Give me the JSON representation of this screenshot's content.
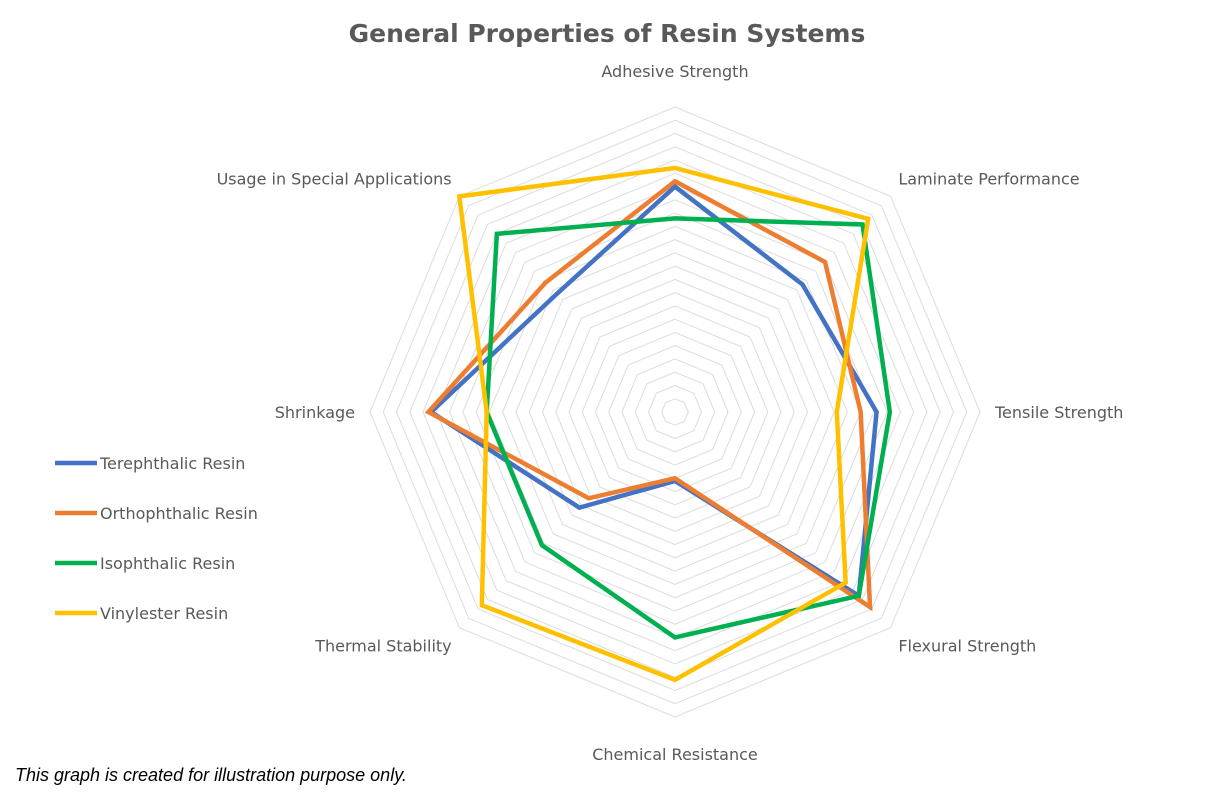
{
  "chart_data": {
    "type": "radar",
    "title": "General Properties of Resin Systems",
    "axes": [
      "Adhesive Strength",
      "Laminate Performance",
      "Tensile Strength",
      "Flexural Strength",
      "Chemical Resistance",
      "Thermal Stability",
      "Shrinkage",
      "Usage in Special Applications"
    ],
    "range": [
      0,
      10
    ],
    "grid": true,
    "legend_position": "left",
    "series": [
      {
        "name": "Terephthalic Resin",
        "color": "#4472C4",
        "values": [
          8.5,
          6.8,
          7.6,
          9.8,
          2.6,
          5.1,
          9.2,
          6.3
        ]
      },
      {
        "name": "Orthophthalic Resin",
        "color": "#ED7D31",
        "values": [
          8.7,
          8.0,
          7.0,
          10.4,
          2.5,
          4.6,
          9.3,
          6.9
        ]
      },
      {
        "name": "Isophthalic Resin",
        "color": "#00B050",
        "values": [
          7.3,
          10.0,
          8.1,
          9.8,
          8.5,
          7.1,
          7.1,
          9.5
        ]
      },
      {
        "name": "Vinylester Resin",
        "color": "#FFC000",
        "values": [
          9.2,
          10.3,
          6.1,
          9.1,
          10.1,
          10.3,
          7.1,
          11.5
        ]
      }
    ]
  },
  "footnote": "This graph is created for illustration purpose only."
}
